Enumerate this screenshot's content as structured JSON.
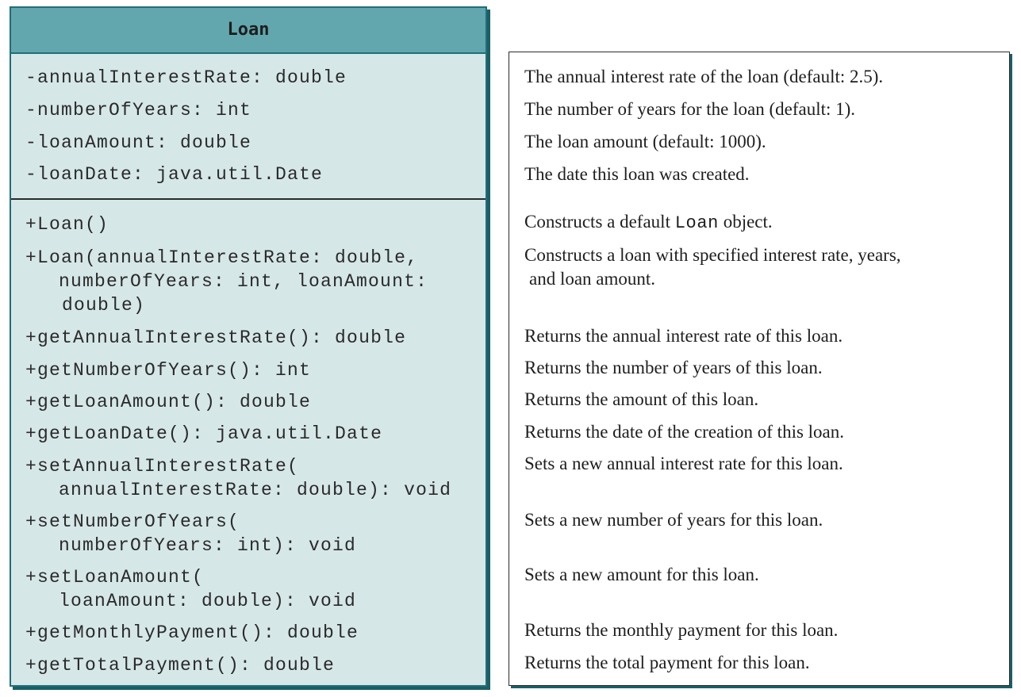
{
  "class_name": "Loan",
  "attributes": [
    "-annualInterestRate: double",
    "-numberOfYears: int",
    "-loanAmount: double",
    "-loanDate: java.util.Date"
  ],
  "methods": [
    "+Loan()",
    "+Loan(annualInterestRate: double,",
    "numberOfYears: int, loanAmount:",
    "double)",
    "+getAnnualInterestRate(): double",
    "+getNumberOfYears(): int",
    "+getLoanAmount(): double",
    "+getLoanDate(): java.util.Date",
    "+setAnnualInterestRate(",
    "annualInterestRate: double): void",
    "+setNumberOfYears(",
    "numberOfYears: int): void",
    "+setLoanAmount(",
    "loanAmount: double): void",
    "+getMonthlyPayment(): double",
    "+getTotalPayment(): double"
  ],
  "descriptions": {
    "annual_rate": "The annual interest rate of the loan (default: 2.5).",
    "years": "The number of years for the loan (default: 1).",
    "amount": "The loan amount (default: 1000).",
    "date": "The date this loan was created.",
    "ctor_default_pre": "Constructs a default ",
    "ctor_default_code": "Loan",
    "ctor_default_post": " object.",
    "ctor_full_1": "Constructs a loan with specified interest rate, years,",
    "ctor_full_2": "and loan amount.",
    "get_rate": "Returns the annual interest rate of this loan.",
    "get_years": "Returns the number of years of this loan.",
    "get_amount": "Returns the amount of this loan.",
    "get_date": "Returns the date of the creation of this loan.",
    "set_rate": "Sets a new annual interest rate for this loan.",
    "set_years": "Sets a new number of years for this loan.",
    "set_amount": "Sets a new amount for this loan.",
    "get_monthly": "Returns the monthly payment for this loan.",
    "get_total": "Returns the total payment for this loan."
  },
  "colors": {
    "header_fill": "#62a7ae",
    "body_fill": "#d6e7e8",
    "border": "#1f6f78"
  }
}
